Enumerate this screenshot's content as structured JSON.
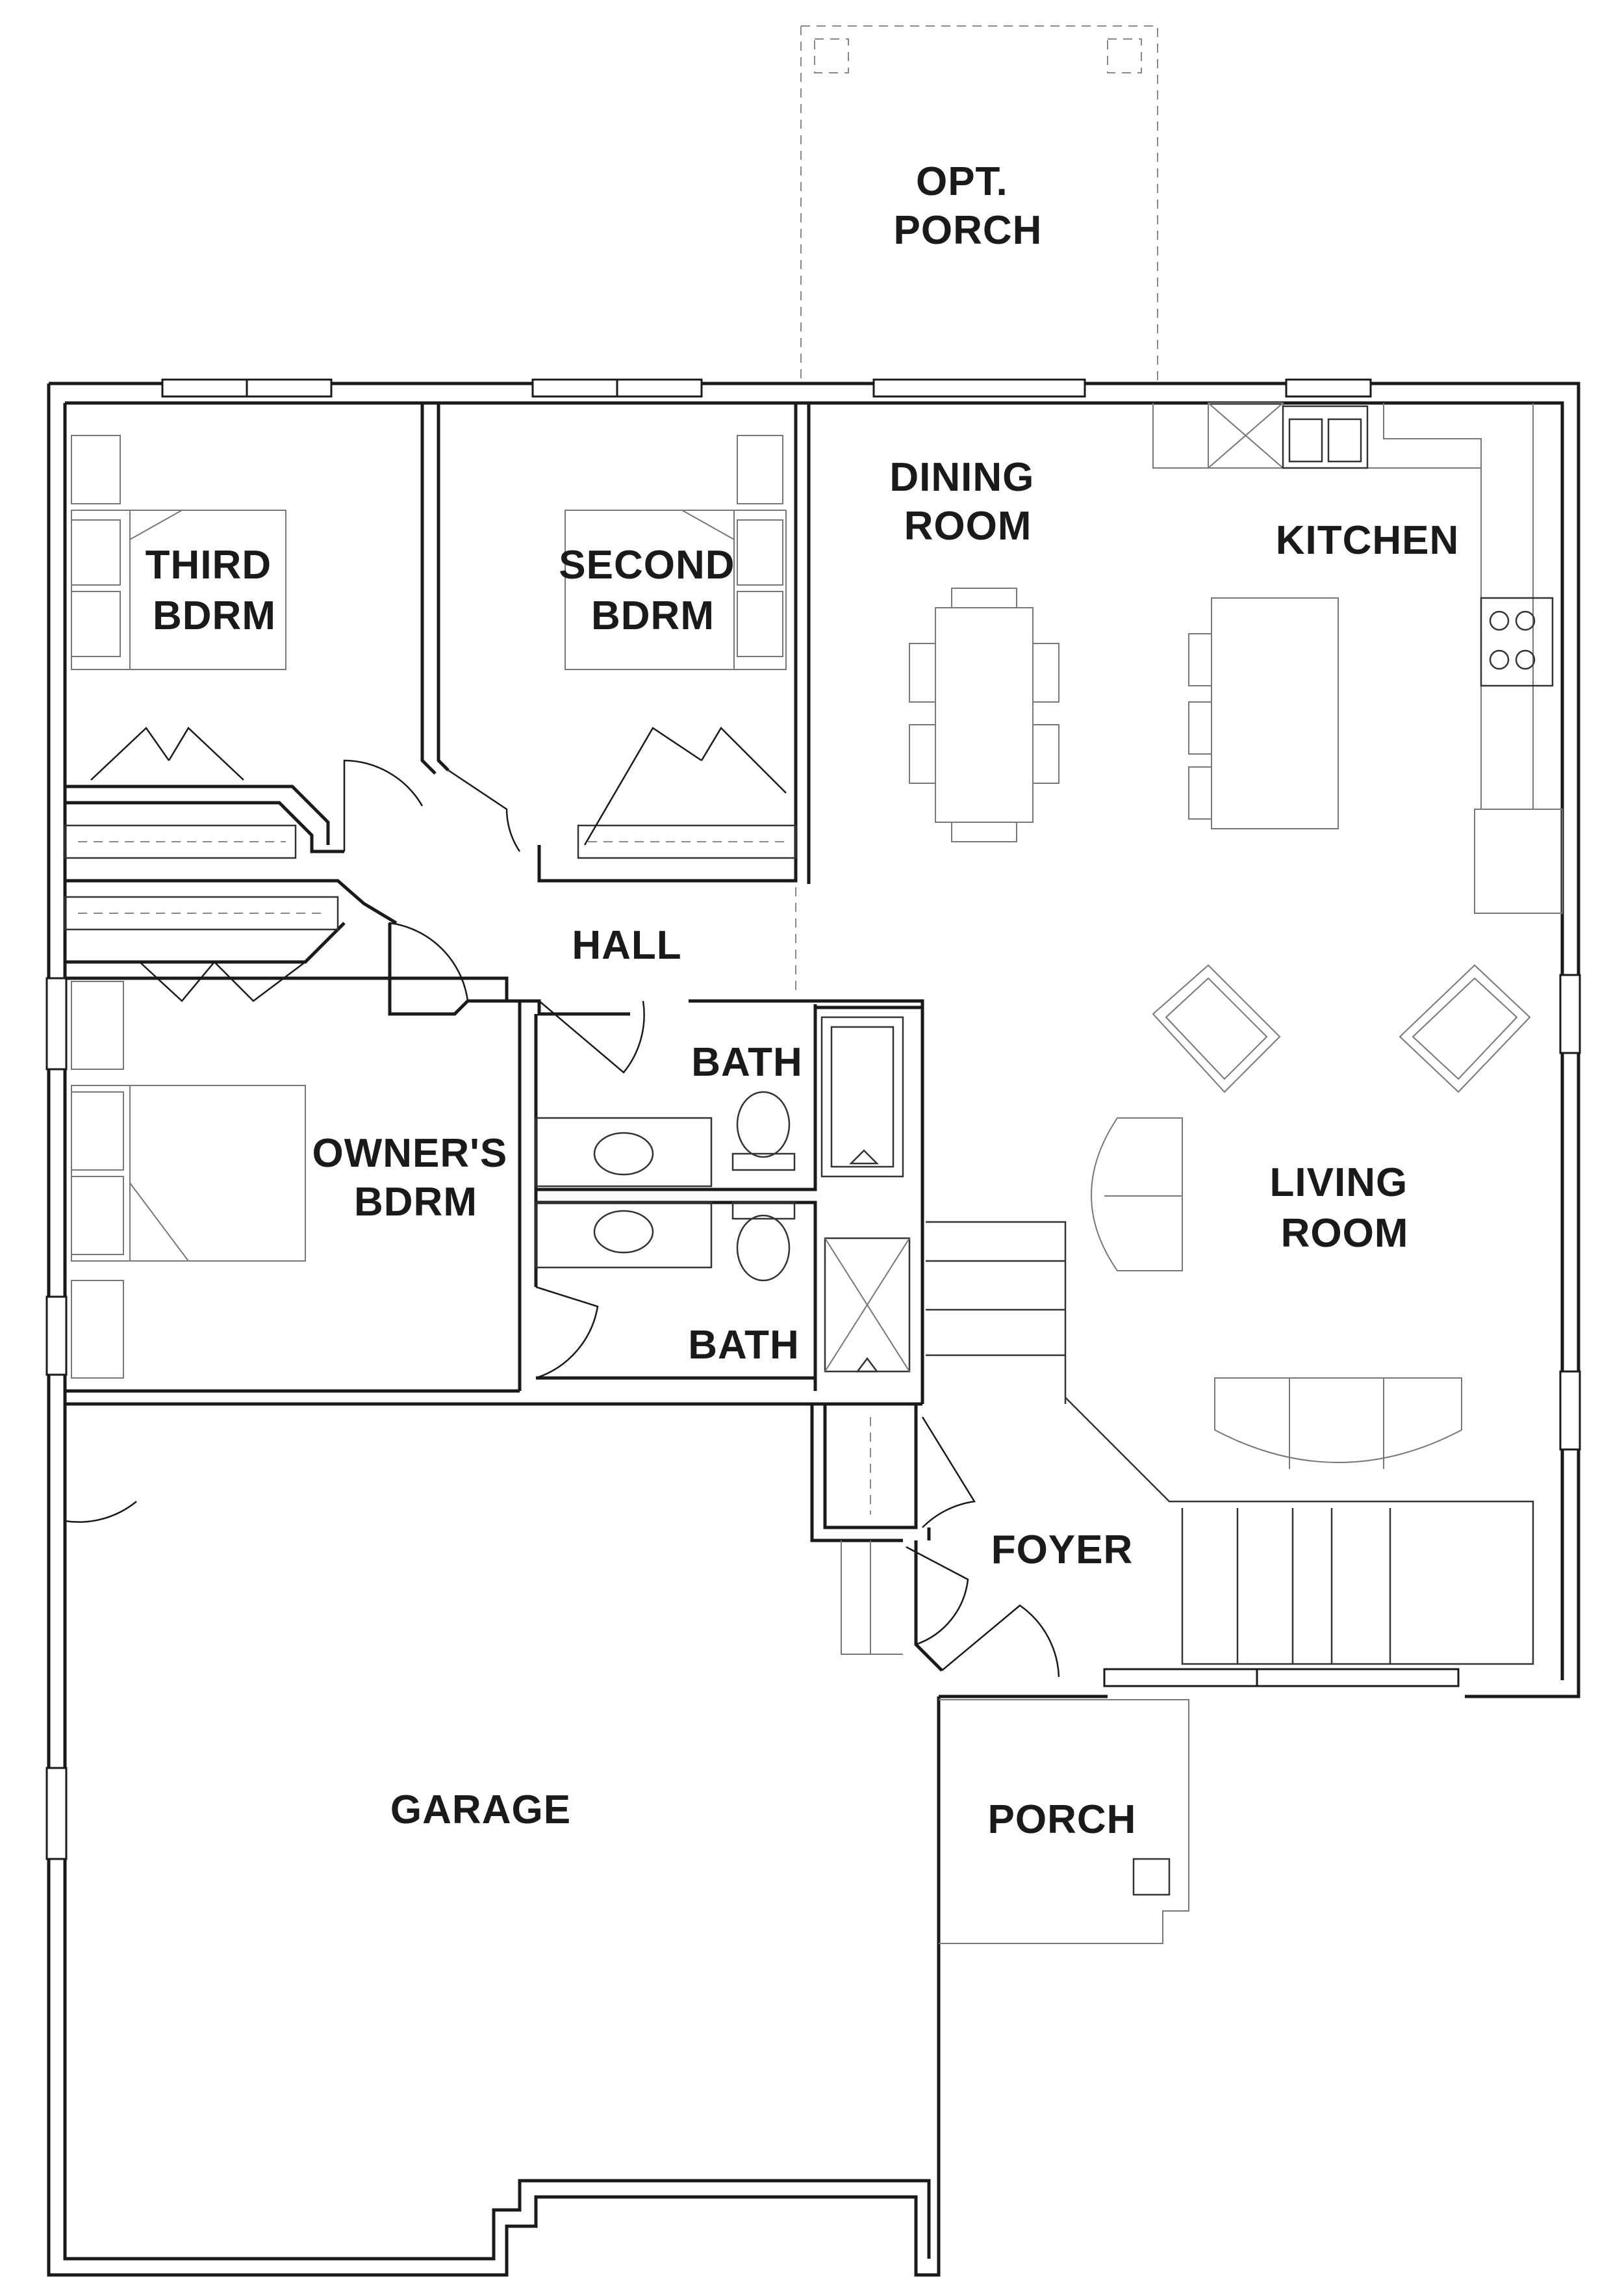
{
  "rooms": {
    "opt_porch": [
      "OPT.",
      "PORCH"
    ],
    "dining_room": [
      "DINING",
      "ROOM"
    ],
    "kitchen": [
      "KITCHEN"
    ],
    "third_bdrm": [
      "THIRD",
      "BDRM"
    ],
    "second_bdrm": [
      "SECOND",
      "BDRM"
    ],
    "hall": [
      "HALL"
    ],
    "bath_upper": [
      "BATH"
    ],
    "bath_lower": [
      "BATH"
    ],
    "owners_bdrm": [
      "OWNER'S",
      "BDRM"
    ],
    "living_room": [
      "LIVING",
      "ROOM"
    ],
    "foyer": [
      "FOYER"
    ],
    "garage": [
      "GARAGE"
    ],
    "porch": [
      "PORCH"
    ]
  },
  "colors": {
    "wall": "#1a1a1a",
    "fixture": "#777777",
    "background": "#ffffff"
  }
}
